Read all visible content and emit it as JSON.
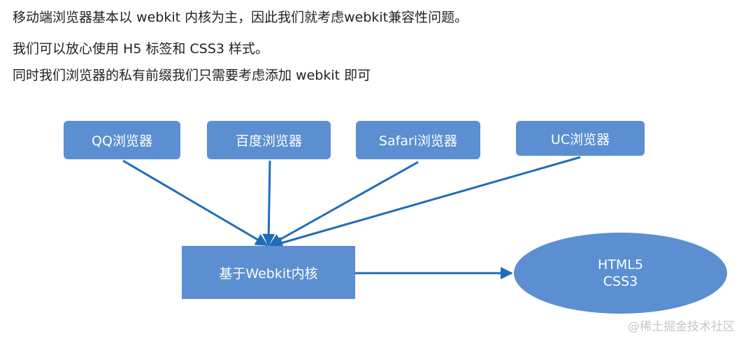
{
  "intro": {
    "line1": "移动端浏览器基本以 webkit 内核为主，因此我们就考虑webkit兼容性问题。",
    "line2": "我们可以放心使用 H5 标签和 CSS3 样式。",
    "line3": "同时我们浏览器的私有前缀我们只需要考虑添加 webkit 即可"
  },
  "diagram": {
    "browsers": [
      {
        "label": "QQ浏览器"
      },
      {
        "label": "百度浏览器"
      },
      {
        "label": "Safari浏览器"
      },
      {
        "label": "UC浏览器"
      }
    ],
    "core": {
      "label": "基于Webkit内核"
    },
    "target": {
      "line1": "HTML5",
      "line2": "CSS3"
    },
    "colors": {
      "node_fill": "#5b8fd1",
      "arrow": "#1f6db8",
      "node_text": "#ffffff"
    }
  },
  "watermark": "@稀土掘金技术社区"
}
